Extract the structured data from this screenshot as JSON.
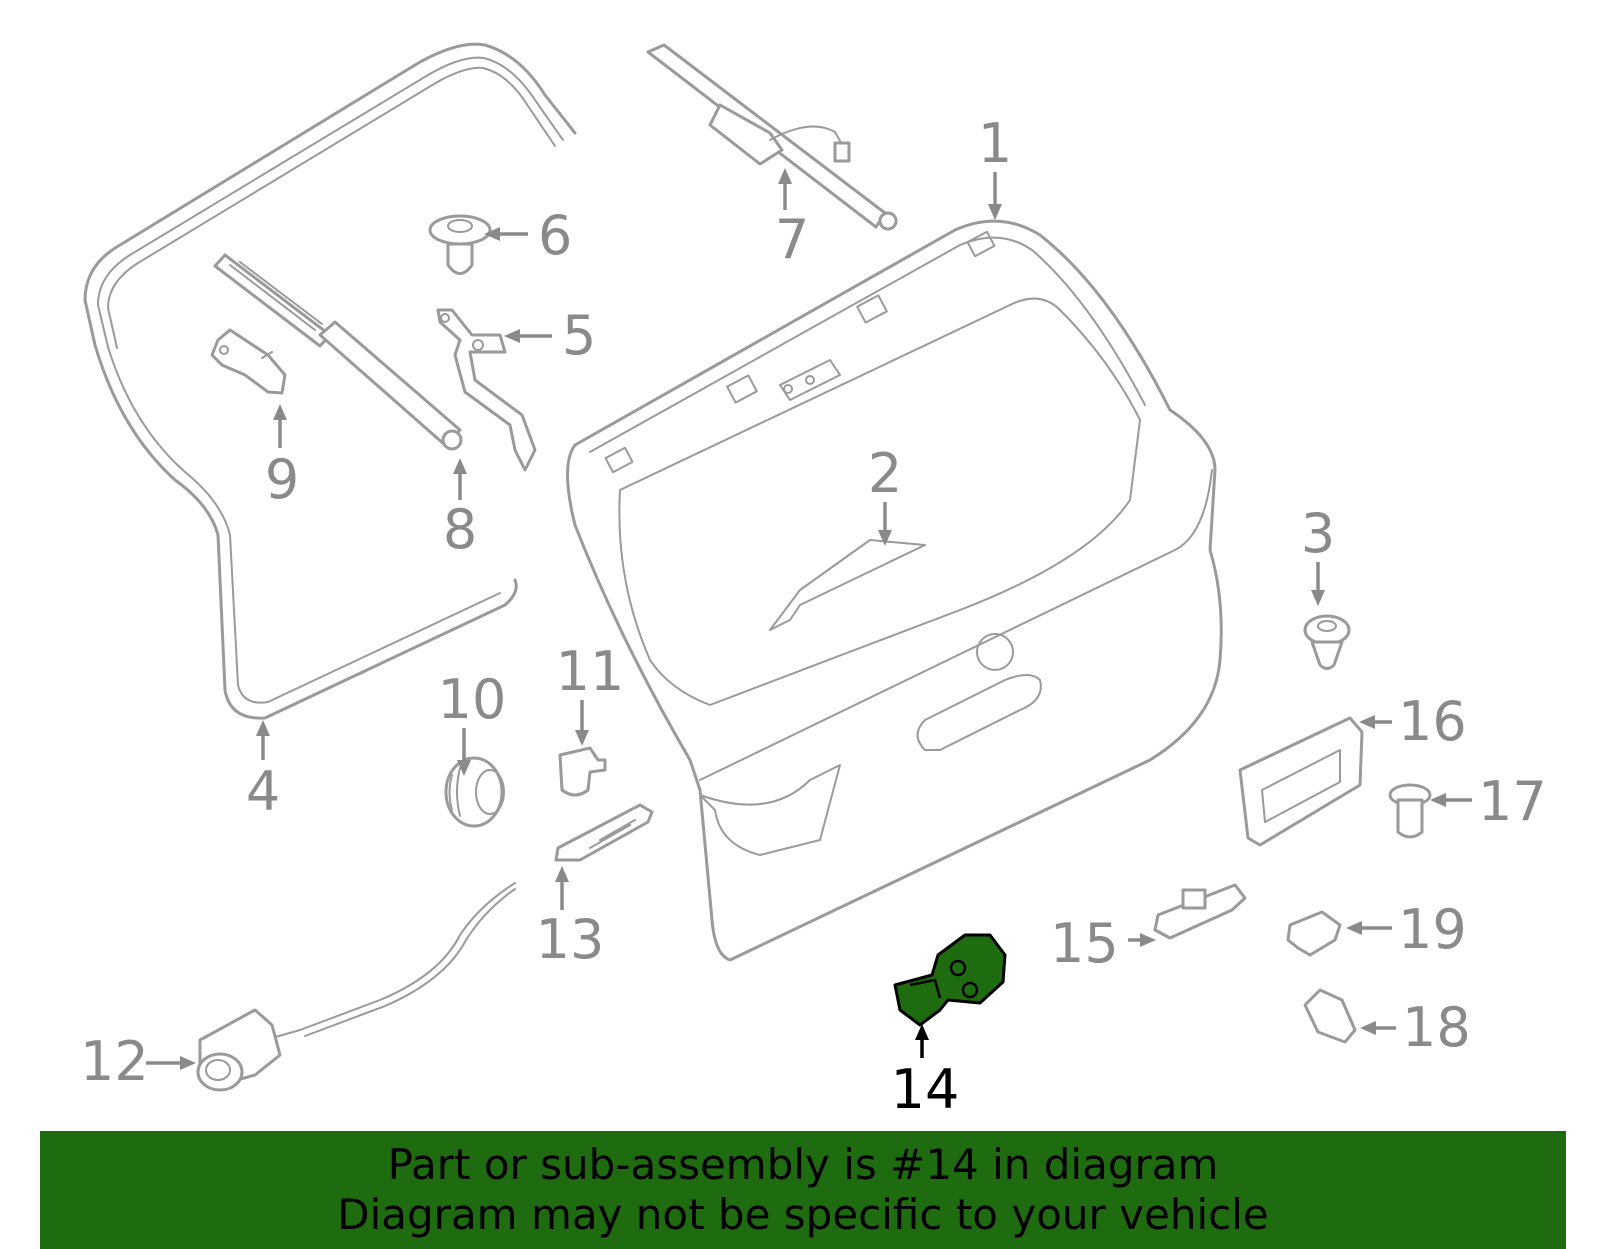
{
  "diagram": {
    "callouts": [
      "1",
      "2",
      "3",
      "4",
      "5",
      "6",
      "7",
      "8",
      "9",
      "10",
      "11",
      "12",
      "13",
      "14",
      "15",
      "16",
      "17",
      "18",
      "19"
    ],
    "highlighted_part": "14",
    "highlight_color": "#1e6b10"
  },
  "banner": {
    "line1": "Part or sub-assembly is #14 in diagram",
    "line2": "Diagram may not be specific to your vehicle",
    "background": "#1e6b10"
  }
}
